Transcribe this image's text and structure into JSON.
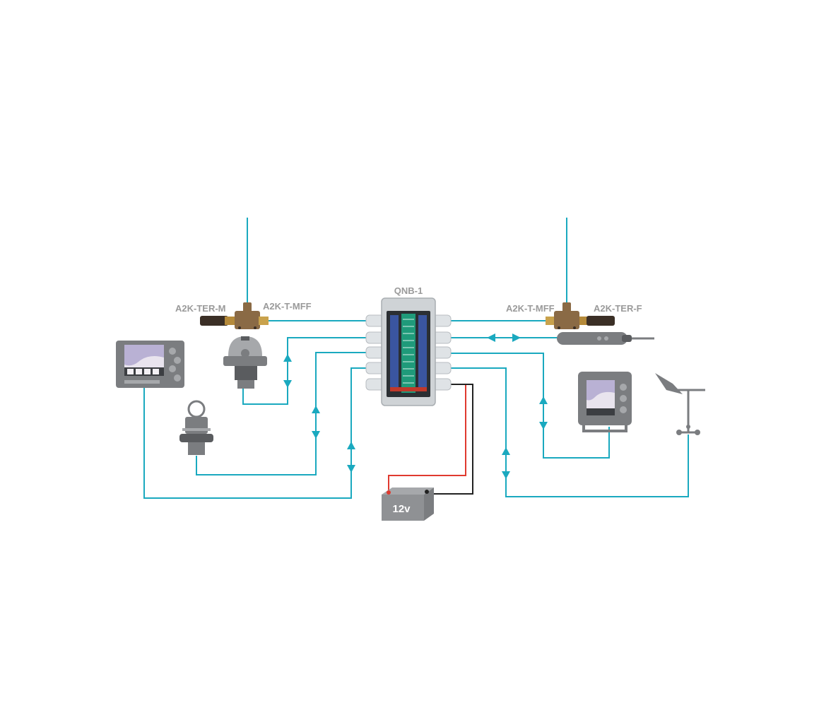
{
  "labels": {
    "hub": "QNB-1",
    "left_terminator": "A2K-TER-M",
    "left_tee": "A2K-T-MFF",
    "right_tee": "A2K-T-MFF",
    "right_terminator": "A2K-TER-F",
    "battery": "12v"
  },
  "colors": {
    "cable": "#1aa9bf",
    "power_positive": "#e03a2f",
    "power_negative": "#222222",
    "device_grey": "#7b7d80",
    "tee_brass": "#8a6a45",
    "label_grey": "#9a9a9a"
  },
  "devices": [
    {
      "id": "chartplotter-left",
      "icon": "chartplotter-icon"
    },
    {
      "id": "autopilot-head",
      "icon": "autopilot-drive-icon"
    },
    {
      "id": "through-hull-transducer",
      "icon": "transducer-icon"
    },
    {
      "id": "gps-antenna",
      "icon": "gps-antenna-icon"
    },
    {
      "id": "multifunction-display-right",
      "icon": "display-icon"
    },
    {
      "id": "wind-vane",
      "icon": "wind-vane-icon"
    },
    {
      "id": "battery",
      "icon": "battery-icon"
    }
  ]
}
